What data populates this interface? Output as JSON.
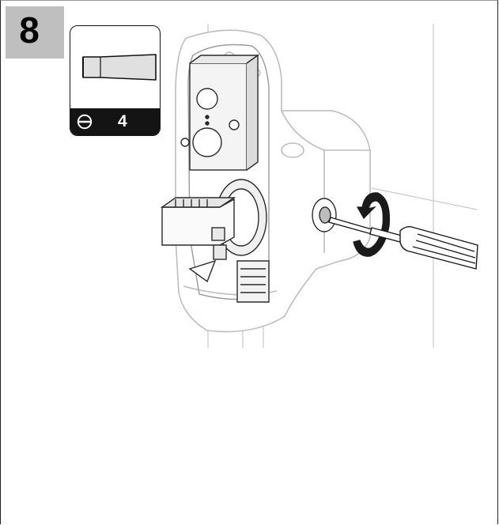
{
  "step": {
    "number": "8"
  },
  "tool": {
    "size": "4",
    "symbol": "slotted-screwdriver-icon",
    "blade": "flat-blade-icon"
  },
  "illustration": {
    "subject": "wallbox-housing-illustration",
    "tool_in_use": "screwdriver-icon",
    "action": "rotate-counterclockwise-icon"
  },
  "colors": {
    "step_box": "#bfbfbf",
    "card_footer": "#141414",
    "line_art": "#2b2b2b",
    "ghost_art": "#c9c9c9"
  }
}
